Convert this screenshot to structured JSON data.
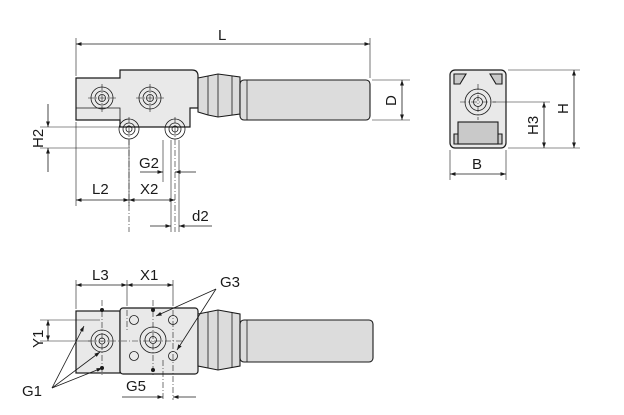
{
  "dimensions": {
    "L": "L",
    "D": "D",
    "H": "H",
    "H2": "H2",
    "H3": "H3",
    "B": "B",
    "G2": "G2",
    "L2": "L2",
    "X2": "X2",
    "d2": "d2",
    "L3": "L3",
    "X1": "X1",
    "G3": "G3",
    "Y1": "Y1",
    "G1": "G1",
    "G5": "G5"
  },
  "colors": {
    "line": "#1a1a1a",
    "part_fill": "#e9e9e9",
    "shaft_fill": "#dcdcdc"
  }
}
